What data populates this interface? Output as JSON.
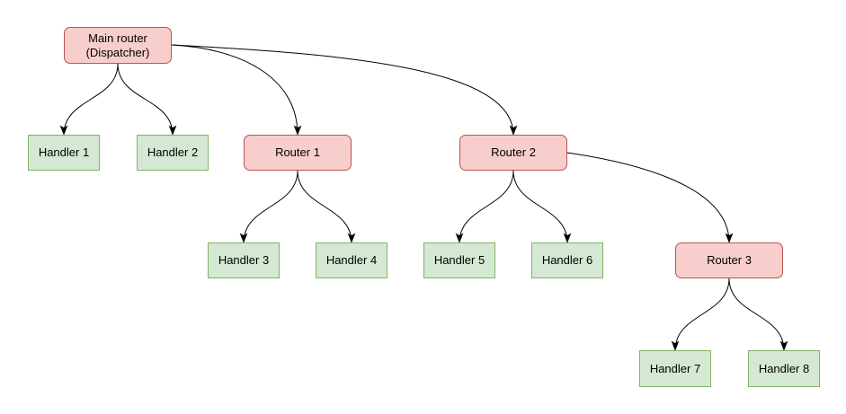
{
  "nodes": [
    {
      "id": "main-router",
      "label": "Main router",
      "sublabel": "(Dispatcher)",
      "kind": "router"
    },
    {
      "id": "router-1",
      "label": "Router 1",
      "kind": "router"
    },
    {
      "id": "router-2",
      "label": "Router 2",
      "kind": "router"
    },
    {
      "id": "router-3",
      "label": "Router 3",
      "kind": "router"
    },
    {
      "id": "handler-1",
      "label": "Handler 1",
      "kind": "handler"
    },
    {
      "id": "handler-2",
      "label": "Handler 2",
      "kind": "handler"
    },
    {
      "id": "handler-3",
      "label": "Handler 3",
      "kind": "handler"
    },
    {
      "id": "handler-4",
      "label": "Handler 4",
      "kind": "handler"
    },
    {
      "id": "handler-5",
      "label": "Handler 5",
      "kind": "handler"
    },
    {
      "id": "handler-6",
      "label": "Handler 6",
      "kind": "handler"
    },
    {
      "id": "handler-7",
      "label": "Handler 7",
      "kind": "handler"
    },
    {
      "id": "handler-8",
      "label": "Handler 8",
      "kind": "handler"
    }
  ],
  "edges": [
    {
      "from": "main-router",
      "to": "handler-1"
    },
    {
      "from": "main-router",
      "to": "handler-2"
    },
    {
      "from": "main-router",
      "to": "router-1"
    },
    {
      "from": "main-router",
      "to": "router-2"
    },
    {
      "from": "router-1",
      "to": "handler-3"
    },
    {
      "from": "router-1",
      "to": "handler-4"
    },
    {
      "from": "router-2",
      "to": "handler-5"
    },
    {
      "from": "router-2",
      "to": "handler-6"
    },
    {
      "from": "router-2",
      "to": "router-3"
    },
    {
      "from": "router-3",
      "to": "handler-7"
    },
    {
      "from": "router-3",
      "to": "handler-8"
    }
  ],
  "colors": {
    "router_fill": "#f8cecc",
    "router_border": "#b85450",
    "handler_fill": "#d5e8d4",
    "handler_border": "#82b366",
    "edge": "#000000",
    "text": "#000000",
    "background": "#ffffff"
  }
}
